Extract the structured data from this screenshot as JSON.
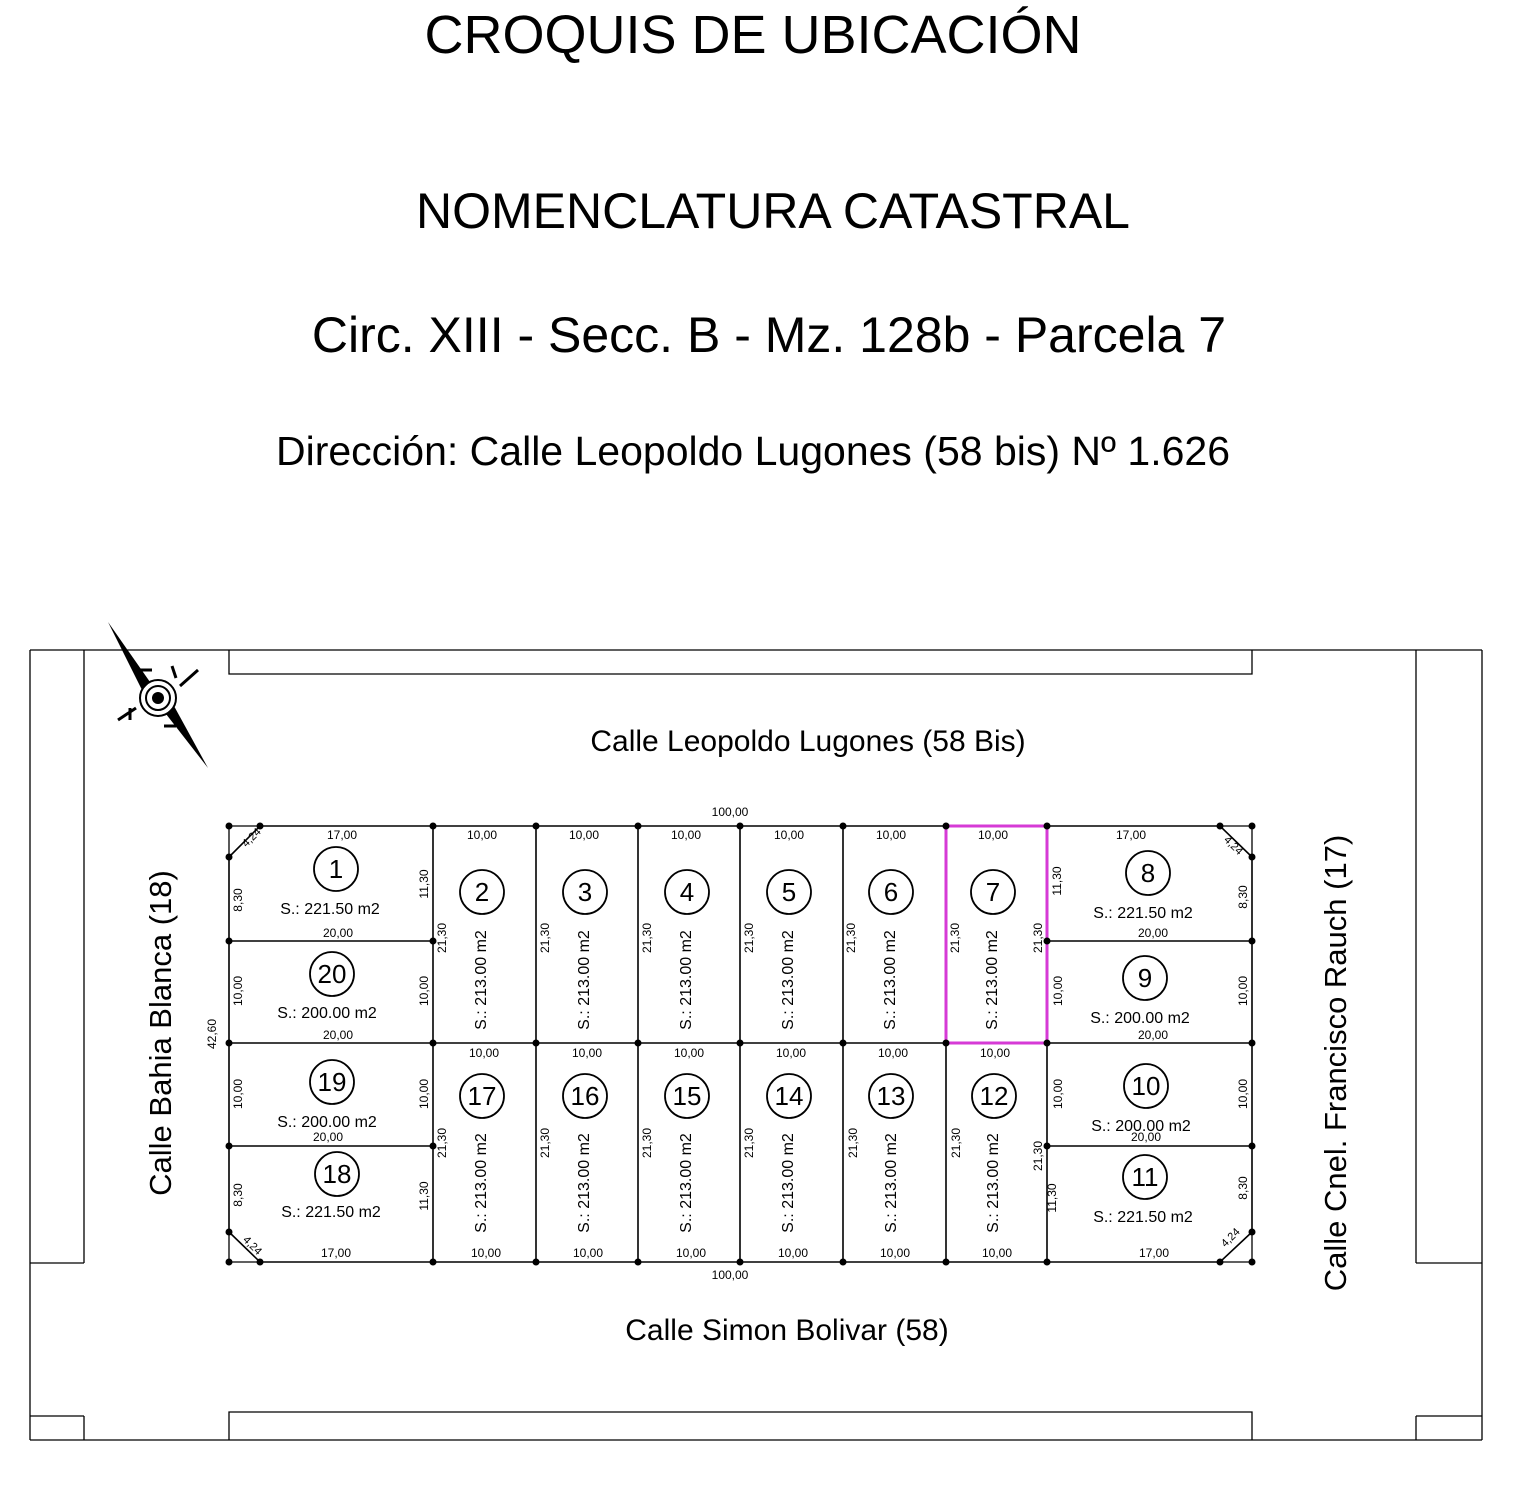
{
  "header": {
    "title": "CROQUIS DE UBICACIÓN",
    "subtitle": "NOMENCLATURA CATASTRAL",
    "nomenclature": "Circ. XIII - Secc. B - Mz. 128b - Parcela 7",
    "address": "Dirección: Calle Leopoldo Lugones (58 bis) Nº 1.626"
  },
  "streets": {
    "north": "Calle Leopoldo Lugones (58 Bis)",
    "south": "Calle Simon Bolivar (58)",
    "west": "Calle Bahia Blanca (18)",
    "east": "Calle Cnel. Francisco Rauch (17)"
  },
  "block": {
    "width_label": "100,00",
    "height_label": "42,60",
    "chamfer_label": "4,24",
    "highlight_color": "#d63ad6",
    "highlighted_parcel": "7"
  },
  "parcels": [
    {
      "id": "1",
      "area": "S.: 221.50 m2"
    },
    {
      "id": "2",
      "area": "S.: 213.00 m2"
    },
    {
      "id": "3",
      "area": "S.: 213.00 m2"
    },
    {
      "id": "4",
      "area": "S.: 213.00 m2"
    },
    {
      "id": "5",
      "area": "S.: 213.00 m2"
    },
    {
      "id": "6",
      "area": "S.: 213.00 m2"
    },
    {
      "id": "7",
      "area": "S.: 213.00 m2"
    },
    {
      "id": "8",
      "area": "S.: 221.50 m2"
    },
    {
      "id": "9",
      "area": "S.: 200.00 m2"
    },
    {
      "id": "10",
      "area": "S.: 200.00 m2"
    },
    {
      "id": "11",
      "area": "S.: 221.50 m2"
    },
    {
      "id": "12",
      "area": "S.: 213.00 m2"
    },
    {
      "id": "13",
      "area": "S.: 213.00 m2"
    },
    {
      "id": "14",
      "area": "S.: 213.00 m2"
    },
    {
      "id": "15",
      "area": "S.: 213.00 m2"
    },
    {
      "id": "16",
      "area": "S.: 213.00 m2"
    },
    {
      "id": "17",
      "area": "S.: 213.00 m2"
    },
    {
      "id": "18",
      "area": "S.: 221.50 m2"
    },
    {
      "id": "19",
      "area": "S.: 200.00 m2"
    },
    {
      "id": "20",
      "area": "S.: 200.00 m2"
    }
  ],
  "dimensions": {
    "corner_front": "17,00",
    "corner_side": "8,30",
    "corner_rear": "20,00",
    "mid_side": "10,00",
    "mid_front": "20,00",
    "std_front": "10,00",
    "std_depth": "21,30",
    "corner_depth": "11,30"
  },
  "compass": {
    "icon": "north-arrow-icon"
  }
}
